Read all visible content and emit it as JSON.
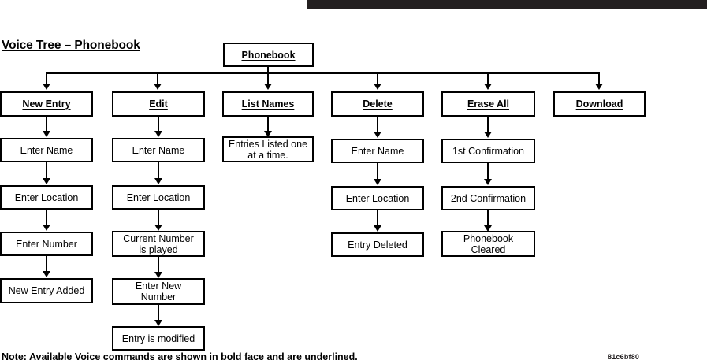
{
  "document": {
    "title": "Voice Tree – Phonebook",
    "code": "81c6bf80",
    "footnote_prefix": "Note:",
    "footnote_text": " Available Voice commands are shown in bold face and are underlined."
  },
  "colors": {
    "line": "#000000",
    "box_fill": "#ffffff",
    "top_bar": "#231f20",
    "text": "#000000"
  },
  "diagram": {
    "type": "tree",
    "root": {
      "label": "Phonebook",
      "is_voice_command": true
    },
    "branches": [
      {
        "command": "New Entry",
        "steps": [
          "Enter Name",
          "Enter Location",
          "Enter Number",
          "New Entry Added"
        ]
      },
      {
        "command": "Edit",
        "steps": [
          "Enter Name",
          "Enter Location",
          "Current Number\nis played",
          "Enter New\nNumber",
          "Entry is modified"
        ]
      },
      {
        "command": "List Names",
        "steps": [
          "Entries Listed one\nat a time."
        ]
      },
      {
        "command": "Delete",
        "steps": [
          "Enter Name",
          "Enter Location",
          "Entry Deleted"
        ]
      },
      {
        "command": "Erase All",
        "steps": [
          "1st Confirmation",
          "2nd Confirmation",
          "Phonebook\nCleared"
        ]
      },
      {
        "command": "Download",
        "steps": []
      }
    ]
  }
}
